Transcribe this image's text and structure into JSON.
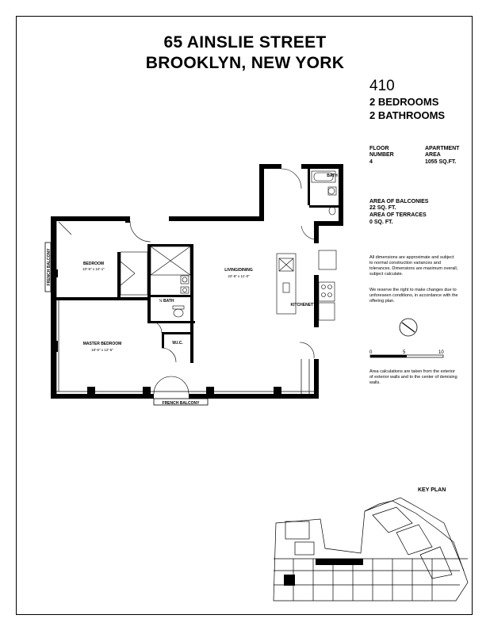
{
  "header": {
    "address_line1": "65 AINSLIE STREET",
    "address_line2": "BROOKLYN, NEW YORK"
  },
  "unit": {
    "number": "410",
    "bedrooms": "2 BEDROOMS",
    "bathrooms": "2 BATHROOMS"
  },
  "details": {
    "floor_label_1": "FLOOR",
    "floor_label_2": "NUMBER",
    "floor_value": "4",
    "area_label_1": "APARTMENT",
    "area_label_2": "AREA",
    "area_value": "1055 SQ.FT.",
    "balconies_label": "AREA OF BALCONIES",
    "balconies_value": "22 SQ. FT.",
    "terraces_label": "AREA OF TERRACES",
    "terraces_value": "0 SQ. FT."
  },
  "notes": {
    "note1": "All dimensions are approximate and subject to normal construction variances and tolerances. Dimensions are maximum overall, subject calculate.",
    "note2": "We reserve the right to make changes due to unforeseen conditions, in accordance with the offering plan.",
    "note3": "Area calculations are taken from the exterior of exterior walls and to the center of demising walls."
  },
  "scale": {
    "s0": "0",
    "s5": "5",
    "s10": "10"
  },
  "rooms": {
    "bath": "BATH",
    "bedroom": "BEDROOM",
    "bedroom_dim": "10'-8\" x 10'-1\"",
    "living": "LIVING/DINING",
    "living_dim": "22'-8\" x 11'-0\"",
    "half_bath": "½ BATH",
    "kitchenette": "KITCHENETTE",
    "wic": "W.I.C.",
    "master": "MASTER BEDROOM",
    "master_dim": "18'-5\" x 12'-5\"",
    "french_balcony_left": "FRENCH BALCONY",
    "french_balcony_bottom": "FRENCH BALCONY"
  },
  "key_plan": {
    "label": "KEY PLAN"
  }
}
